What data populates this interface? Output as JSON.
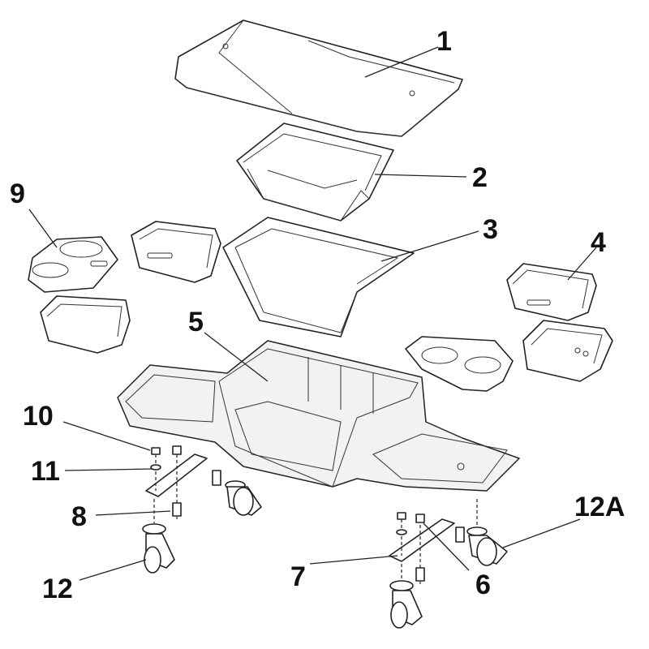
{
  "diagram": {
    "callouts": [
      {
        "id": "1",
        "label": "1"
      },
      {
        "id": "2",
        "label": "2"
      },
      {
        "id": "3",
        "label": "3"
      },
      {
        "id": "4",
        "label": "4"
      },
      {
        "id": "5",
        "label": "5"
      },
      {
        "id": "6",
        "label": "6"
      },
      {
        "id": "7",
        "label": "7"
      },
      {
        "id": "8",
        "label": "8"
      },
      {
        "id": "9",
        "label": "9"
      },
      {
        "id": "10",
        "label": "10"
      },
      {
        "id": "11",
        "label": "11"
      },
      {
        "id": "12",
        "label": "12"
      },
      {
        "id": "12A",
        "label": "12A"
      }
    ],
    "colors": {
      "line": "#222222",
      "fill": "#ffffff",
      "text": "#111111"
    }
  }
}
